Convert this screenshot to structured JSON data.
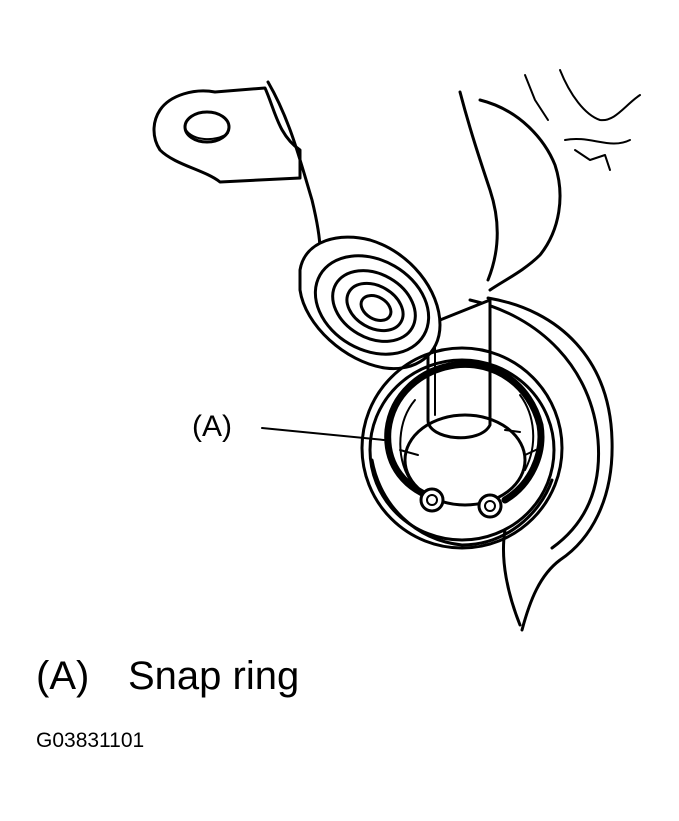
{
  "diagram": {
    "callout_label": "(A)"
  },
  "legend": {
    "key": "(A)",
    "text": "Snap ring"
  },
  "figure_code": "G03831101"
}
